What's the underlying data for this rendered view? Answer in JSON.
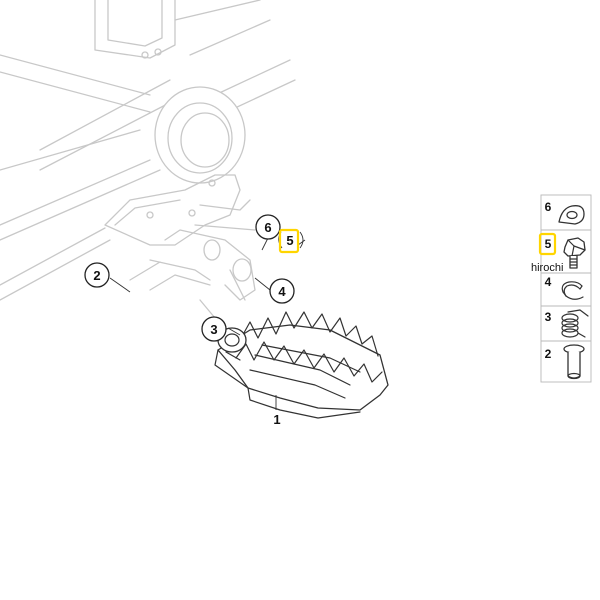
{
  "diagram": {
    "callouts": [
      {
        "id": "c1",
        "label": "1"
      },
      {
        "id": "c2",
        "label": "2"
      },
      {
        "id": "c3",
        "label": "3"
      },
      {
        "id": "c4",
        "label": "4"
      },
      {
        "id": "c5",
        "label": "5"
      },
      {
        "id": "c6",
        "label": "6"
      }
    ],
    "legend": [
      {
        "label": "6",
        "icon": "washer-plate-icon"
      },
      {
        "label": "5",
        "icon": "hex-bolt-icon",
        "highlighted": true
      },
      {
        "label": "4",
        "icon": "circlip-icon"
      },
      {
        "label": "3",
        "icon": "torsion-spring-icon"
      },
      {
        "label": "2",
        "icon": "pin-icon"
      }
    ],
    "watermark": "hirochi",
    "highlight_color": "#ffd500"
  }
}
